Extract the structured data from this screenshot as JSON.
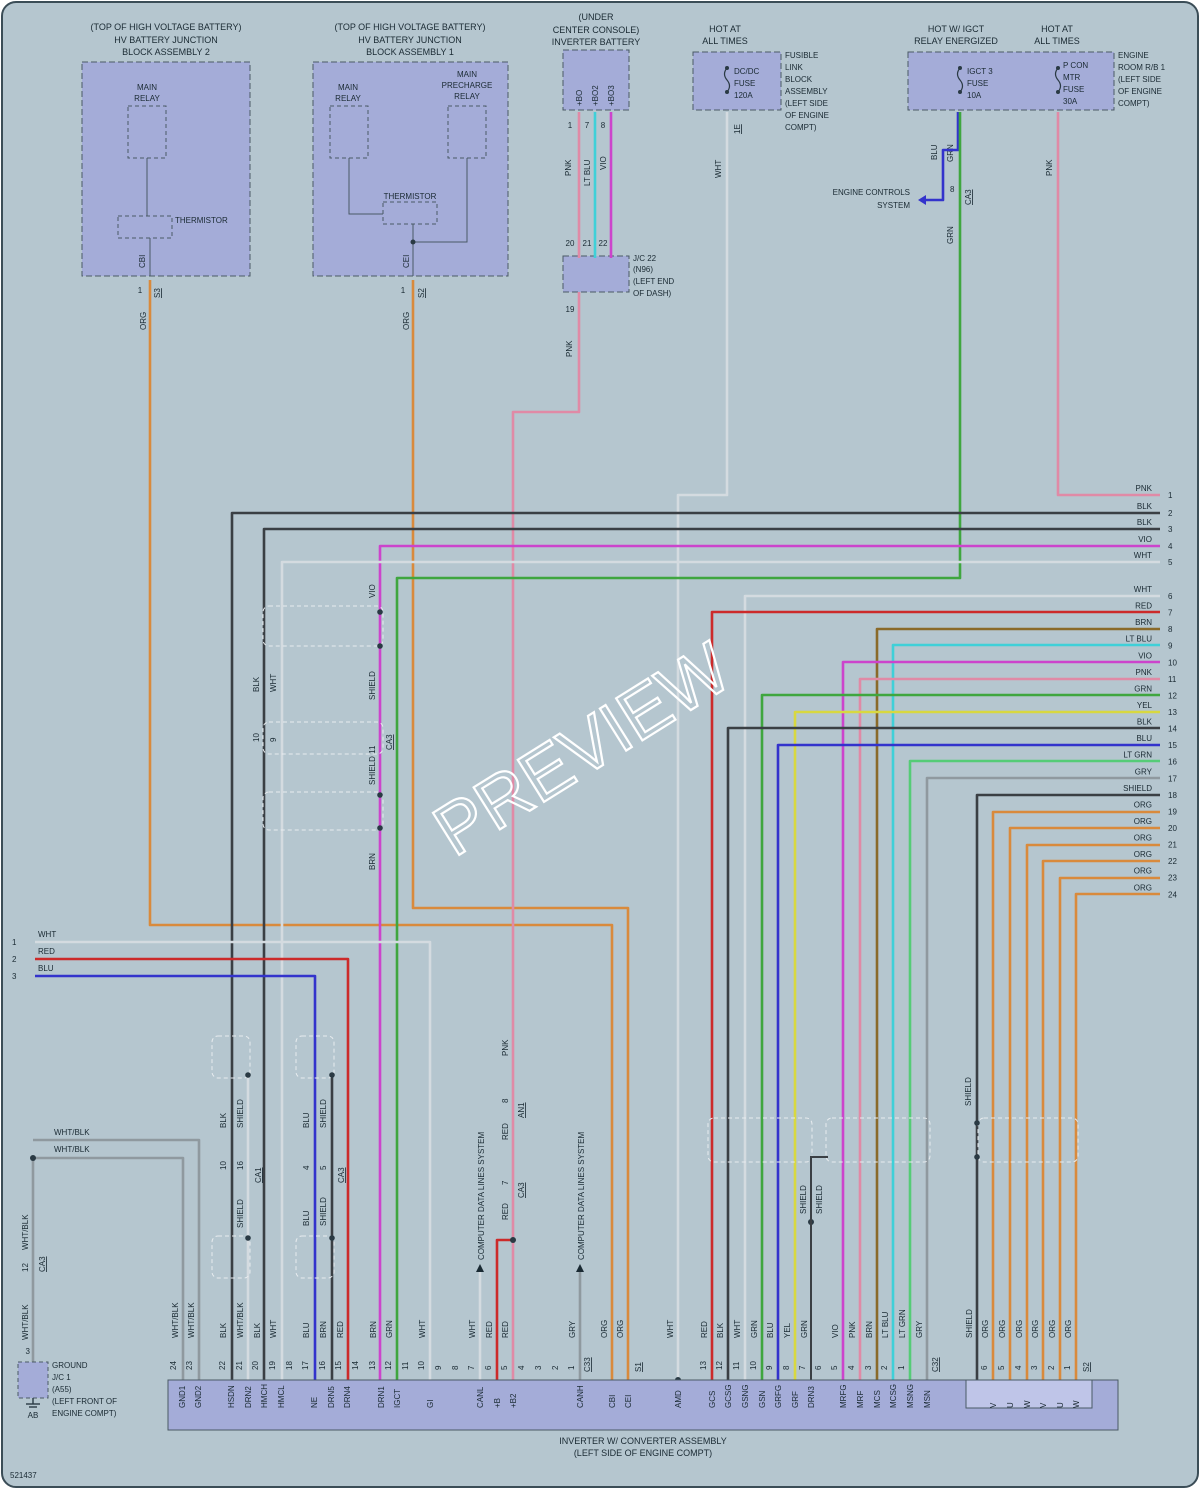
{
  "diagram_id": "521437",
  "watermark": "PREVIEW",
  "colors": {
    "background": "#b5c6cf",
    "component": "#a4acd8",
    "ORG": "#d98a3c",
    "PNK": "#e08aa6",
    "LT BLU": "#3fd0d8",
    "VIO": "#cc44cc",
    "WHT": "#d4dbe0",
    "BLK": "#3a3f44",
    "GRN": "#3fa63f",
    "BLU": "#3333cc",
    "RED": "#cc2a2a",
    "BRN": "#8a6a2a",
    "YEL": "#d8d840",
    "LT GRN": "#55cc77",
    "GRY": "#8f999f"
  },
  "components": {
    "jb2": {
      "lines": [
        "(TOP OF HIGH VOLTAGE BATTERY)",
        "HV BATTERY JUNCTION",
        "BLOCK ASSEMBLY 2"
      ],
      "relay": [
        "MAIN",
        "RELAY"
      ],
      "thermistor": "THERMISTOR",
      "pin_name": "CBI",
      "pin": "1",
      "connector": "S3"
    },
    "jb1": {
      "lines": [
        "(TOP OF HIGH VOLTAGE BATTERY)",
        "HV BATTERY JUNCTION",
        "BLOCK ASSEMBLY 1"
      ],
      "relay_a": [
        "MAIN",
        "RELAY"
      ],
      "relay_b": [
        "MAIN",
        "PRECHARGE",
        "RELAY"
      ],
      "thermistor": "THERMISTOR",
      "pin_name": "CEI",
      "pin": "1",
      "connector": "S2"
    },
    "inv_battery": {
      "lines": [
        "(UNDER",
        "CENTER CONSOLE)",
        "INVERTER BATTERY"
      ],
      "pins": [
        "+BO",
        "+BO2",
        "+BO3"
      ],
      "pin_nums": [
        "1",
        "7",
        "8"
      ]
    },
    "fusible": {
      "hot": [
        "HOT AT",
        "ALL TIMES"
      ],
      "fuse": [
        "DC/DC",
        "FUSE",
        "120A"
      ],
      "desc": [
        "FUSIBLE",
        "LINK",
        "BLOCK",
        "ASSEMBLY",
        "(LEFT SIDE",
        "OF ENGINE",
        "COMPT)"
      ],
      "terminal": "1E"
    },
    "relay_box": {
      "hot_a": [
        "HOT W/ IGCT",
        "RELAY ENERGIZED"
      ],
      "hot_b": [
        "HOT AT",
        "ALL TIMES"
      ],
      "fuse_a": [
        "IGCT 3",
        "FUSE",
        "10A"
      ],
      "fuse_b": [
        "P CON",
        "MTR",
        "FUSE",
        "30A"
      ],
      "desc": [
        "ENGINE",
        "ROOM R/B 1",
        "(LEFT SIDE",
        "OF ENGINE",
        "COMPT)"
      ]
    },
    "jc22": {
      "lines": [
        "J/C 22",
        "(N96)",
        "(LEFT END",
        "OF DASH)"
      ],
      "pins_top": [
        "20",
        "21",
        "22"
      ],
      "pin_bottom": "19"
    },
    "engine_controls": {
      "lines": [
        "ENGINE CONTROLS",
        "SYSTEM"
      ],
      "pin": "8",
      "connector": "CA3"
    },
    "ground": {
      "lines": [
        "GROUND",
        "J/C 1",
        "(A55)",
        "(LEFT FRONT OF",
        "ENGINE COMPT)"
      ],
      "pin": "3",
      "terminal": "AB"
    },
    "inverter": {
      "lines": [
        "INVERTER W/ CONVERTER ASSEMBLY",
        "(LEFT SIDE OF ENGINE COMPT)"
      ]
    },
    "data_lines": "COMPUTER DATA LINES SYSTEM"
  },
  "wire_colors": {
    "jb2": "ORG",
    "jb1": "ORG",
    "bo1": "PNK",
    "bo2": "LT BLU",
    "bo3": "VIO",
    "jc19": "PNK",
    "fus": "WHT",
    "igct_blu": "BLU",
    "igct_grn": "GRN",
    "pcon": "PNK",
    "shield": "SHIELD",
    "connector_shield": "SHIELD 11"
  },
  "right_top": [
    {
      "n": "1",
      "c": "PNK"
    },
    {
      "n": "2",
      "c": "BLK"
    },
    {
      "n": "3",
      "c": "BLK"
    },
    {
      "n": "4",
      "c": "VIO"
    },
    {
      "n": "5",
      "c": "WHT"
    }
  ],
  "right_main": [
    {
      "n": "6",
      "c": "WHT"
    },
    {
      "n": "7",
      "c": "RED"
    },
    {
      "n": "8",
      "c": "BRN"
    },
    {
      "n": "9",
      "c": "LT BLU"
    },
    {
      "n": "10",
      "c": "VIO"
    },
    {
      "n": "11",
      "c": "PNK"
    },
    {
      "n": "12",
      "c": "GRN"
    },
    {
      "n": "13",
      "c": "YEL"
    },
    {
      "n": "14",
      "c": "BLK"
    },
    {
      "n": "15",
      "c": "BLU"
    },
    {
      "n": "16",
      "c": "LT GRN"
    },
    {
      "n": "17",
      "c": "GRY"
    },
    {
      "n": "18",
      "c": "SHIELD"
    },
    {
      "n": "19",
      "c": "ORG"
    },
    {
      "n": "20",
      "c": "ORG"
    },
    {
      "n": "21",
      "c": "ORG"
    },
    {
      "n": "22",
      "c": "ORG"
    },
    {
      "n": "23",
      "c": "ORG"
    },
    {
      "n": "24",
      "c": "ORG"
    }
  ],
  "left_in": [
    {
      "n": "1",
      "c": "WHT"
    },
    {
      "n": "2",
      "c": "RED"
    },
    {
      "n": "3",
      "c": "BLU"
    }
  ],
  "gnd_wires": [
    "WHT/BLK",
    "WHT/BLK"
  ],
  "ca3_gnd": {
    "pin": "12",
    "connector": "CA3",
    "wire": "WHT/BLK"
  },
  "connectors": {
    "ca1": "CA1",
    "ca3": "CA3",
    "an1": "AN1",
    "c33": "C33",
    "s1": "S1",
    "c32": "C32",
    "s2": "S2",
    "s3": "S3"
  },
  "mid_pins": {
    "blk_wht": [
      "BLK",
      "WHT"
    ],
    "nums_10_9": [
      "10",
      "9"
    ],
    "vio": "VIO",
    "brn": "BRN",
    "pnk": "PNK",
    "red": "RED",
    "an1_pin": "8",
    "ca3_pin": "7"
  },
  "lower_labels": {
    "c1": [
      "BLK",
      "SHIELD"
    ],
    "c1n": [
      "10",
      "16"
    ],
    "c1b": [
      "SHIELD"
    ],
    "c2": [
      "BLU",
      "SHIELD"
    ],
    "c2n": [
      "4",
      "5"
    ],
    "c2b": [
      "BLU",
      "SHIELD"
    ],
    "shield_pair": [
      "SHIELD",
      "SHIELD"
    ]
  },
  "bottom_wires": [
    "WHT/BLK",
    "WHT/BLK",
    "BLK",
    "WHT/BLK",
    "BLK",
    "WHT",
    "BLU",
    "BRN",
    "RED",
    "BRN",
    "GRN",
    "WHT",
    "WHT",
    "RED",
    "RED",
    "GRY",
    "ORG",
    "ORG",
    "WHT",
    "RED",
    "BLK",
    "WHT",
    "GRN",
    "BLU",
    "YEL",
    "GRN",
    "VIO",
    "PNK",
    "BRN",
    "LT BLU",
    "LT GRN",
    "GRY",
    "SHIELD",
    "ORG",
    "ORG",
    "ORG",
    "ORG",
    "ORG",
    "ORG"
  ],
  "bottom_pins": [
    "24",
    "23",
    "22",
    "21",
    "20",
    "19",
    "18",
    "17",
    "16",
    "15",
    "14",
    "13",
    "12",
    "11",
    "10",
    "9",
    "8",
    "7",
    "6",
    "5",
    "4",
    "3",
    "2",
    "1",
    "13",
    "12",
    "11",
    "10",
    "9",
    "8",
    "7",
    "6",
    "5",
    "4",
    "3",
    "2",
    "1",
    "6",
    "5",
    "4",
    "3",
    "2",
    "1"
  ],
  "terminals": [
    "GND1",
    "GND2",
    "HSDN",
    "DRN2",
    "HMCH",
    "HMCL",
    "NE",
    "DRN5",
    "DRN4",
    "DRN1",
    "IGCT",
    "GI",
    "CANL",
    "+B",
    "+B2",
    "CANH",
    "CBI",
    "CEI",
    "AMD",
    "GCS",
    "GCSG",
    "GSNG",
    "GSN",
    "GRFG",
    "GRF",
    "DRN3",
    "MRFG",
    "MRF",
    "MCS",
    "MCSG",
    "MSNG",
    "MSN",
    "V",
    "U",
    "W",
    "V",
    "U",
    "W"
  ]
}
